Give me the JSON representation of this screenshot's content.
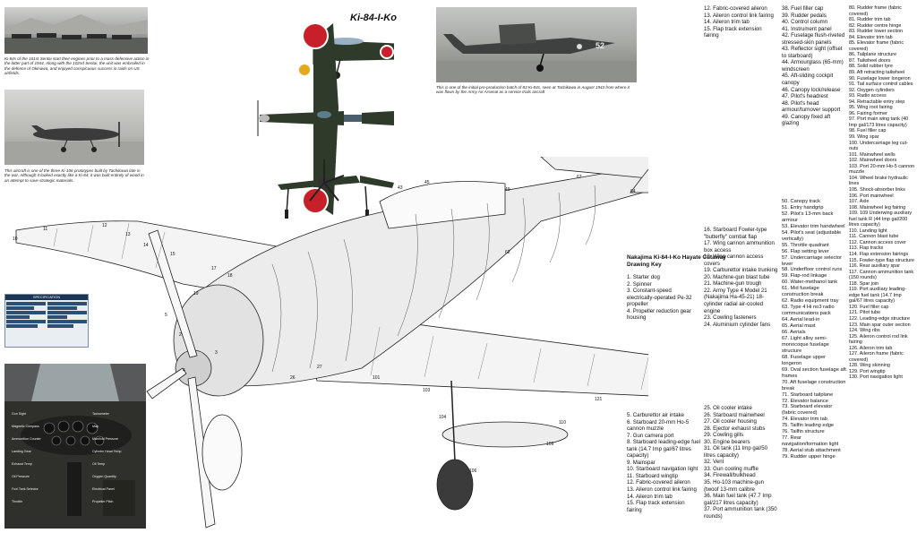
{
  "aircraft_title": "Ki-84-I-Ko",
  "captions": {
    "photo_top_left": "Ki-84s of the 101st Sentai start their engines prior to a mass defensive action in the latter part of 1944. Along with the 102nd Sentai, the unit was embroiled in the defence of Okinawa, and enjoyed conspicuous success in raids on US airfields.",
    "photo_mid_left": "This aircraft is one of the three Ki-106 prototypes built by Tachikawa late in the war. Although it looked exactly like a Ki-84, it was built entirely of wood in an attempt to save strategic materials.",
    "photo_top_center": "This is one of the initial pre-production batch of 83 Ki-84s, seen at Tachikawa in August 1943 from where it was flown by the Army Air Arsenal as a service trials aircraft"
  },
  "specs_header": "SPECIFICATION",
  "cockpit_labels": [
    "Gun Sight",
    "Tachometer",
    "Magnetic Compass",
    "Map",
    "Ammunition Counter",
    "Manifold Pressure",
    "Landing Gear",
    "Cylinder Head Temp",
    "Exhaust Temp",
    "Oil Temp",
    "Oil Pressure",
    "Oxygen Quantity",
    "Fuel Tank Selector",
    "Electrical Panel",
    "Throttle",
    "Propeller Pitch"
  ],
  "key_heading": "Nakajima Ki-84-I-Ko Hayate Cutaway Drawing Key",
  "key_col_a": [
    "1. Starter dog",
    "2. Spinner",
    "3. Constant-speed electrically-operated Pe-32 propeller",
    "4. Propeller reduction gear housing"
  ],
  "key_col_b": [
    "5. Carburettor air intake",
    "6. Starboard 20-mm Ho-5 cannon muzzle",
    "7. Gun camera port",
    "8. Starboard leading-edge fuel tank (14.7 Imp gal/67 litres capacity)",
    "9. Mainspar",
    "10. Starboard navigation light",
    "11. Starboard wingtip",
    "12. Fabric-covered aileron",
    "13. Aileron control link fairing",
    "14. Aileron trim tab",
    "15. Flap track extension fairing"
  ],
  "key_col_c": [
    "12. Fabric-covered aileron",
    "13. Aileron control link fairing",
    "14. Aileron trim tab",
    "15. Flap track extension fairing"
  ],
  "key_col_d": [
    "16. Starboard Fowler-type \"butterfly\" combat flap",
    "17. Wing cannon ammunition box access",
    "18. Wing cannon access covers",
    "19. Carburettor intake trunking",
    "20. Machine-gun blast tube",
    "21. Machine-gun trough",
    "22. Army Type 4 Model 21 (Nakajima Ha-45-21) 18-cylinder radial air-cooled engine",
    "23. Cowling fasteners",
    "24. Aluminium cylinder fans"
  ],
  "key_col_e": [
    "25. Oil cooler intake",
    "26. Starboard mainwheel",
    "27. Oil cooler housing",
    "28. Ejector exhaust stubs",
    "29. Cowling gills",
    "30. Engine bearers",
    "31. Oil tank (11 Imp gal/50 litres capacity)",
    "32. Vent",
    "33. Gun cooling muffle",
    "34. Firewall/bulkhead",
    "35. Ho-103 machine-gun (twoof 13-mm calibre",
    "36. Main fuel tank (47.7 Imp gal/217 litres capacity)",
    "37. Port ammunition tank (350 rounds)"
  ],
  "key_col_f": [
    "38. Fuel filler cap",
    "39. Rudder pedals",
    "40. Control column",
    "41. Instrument panel",
    "42. Fuselage flush-riveted stressed-skin panels",
    "43. Reflector sight (offset to starboard)",
    "44. Armourglass (65-mm) windscreen",
    "45. Aft-sliding cockpit canopy",
    "46. Canopy lock/release",
    "47. Pilot's headrest",
    "48. Pilot's head armour/turnover support",
    "49. Canopy fixed aft glazing"
  ],
  "key_col_g": [
    "50. Canopy track",
    "51. Entry handgrip",
    "52. Pilot's 13-mm back armour",
    "53. Elevator trim handwheel",
    "54. Pilot's seat (adjustable vertically)",
    "55. Throttle quadrant",
    "56. Flap setting lever",
    "57. Undercarriage selector lever",
    "58. Underfloor control runs",
    "59. Flap-rod linkage",
    "60. Water-methanol tank",
    "61. Mid fuselage construction break",
    "62. Radio equipment tray",
    "63. Type 4 Hi no3 radio communications pack",
    "64. Aerial lead-in",
    "65. Aerial mast",
    "66. Aerials",
    "67. Light alloy semi-monocoque fuselage structure",
    "68. Fuselage upper longeron",
    "69. Oval section fuselage aft frames",
    "70. Aft fuselage construction break",
    "71. Starboard tailplane",
    "72. Elevator balance",
    "73. Starboard elevator (fabric covered)",
    "74. Elevator trim tab",
    "75. Tailfin leading edge",
    "76. Tailfin structure",
    "77. Rear navigation/formation light",
    "78. Aerial stub attachment",
    "79. Rudder upper hinge"
  ],
  "key_col_h": [
    "80. Rudder frame (fabric covered)",
    "81. Rudder trim tab",
    "82. Rudder centre hinge",
    "83. Rudder lower section",
    "84. Elevator trim tab",
    "85. Elevator frame (fabric covered)",
    "86. Tailplane structure",
    "87. Tailwheel doors",
    "88. Solid rubber tyre",
    "89. Aft retracting tailwheel",
    "90. Fuselage lower longeron",
    "91. Tail surface control cables",
    "92. Oxygen cylinders",
    "93. Radio access",
    "94. Retractable entry step",
    "95. Wing root fairing",
    "96. Fairing former",
    "97. Port main wing tank (40 Imp gal/173 litres capacity)",
    "98. Fuel filler cap",
    "99. Wing spar",
    "100. Undercarriage leg cut-outs",
    "101. Mainwheel wells",
    "102. Mainwheel doors",
    "103. Port 20-mm Ho-5 cannon muzzle",
    "104. Wheel brake hydraulic lines",
    "105. Shock-absorber links",
    "106. Port mainwheel",
    "107. Axle",
    "108. Mainwheel leg fairing",
    "109. 109 Underwing auxiliary fuel tank R (44 Imp gal/200 litres capacity)",
    "110. Landing light",
    "111. Cannon blast tube",
    "112. Cannon access cover",
    "113. Flap tracks",
    "114. Flap extension fairings",
    "115. Fowler-type flap structure",
    "116. Rear auxiliary spar",
    "117. Cannon ammunition tank (150 rounds)",
    "118. Spar join",
    "119. Port auxiliary leading-edge fuel tank (14.7 Imp gal/67 litres capacity)",
    "120. Fuel filler cap",
    "121. Pitot tube",
    "122. Leading-edge structure",
    "123. Main spar outer section",
    "124. Wing ribs",
    "125. Aileron control rod link fairing",
    "126. Aileron trim tab",
    "127. Aileron frame (fabric covered)",
    "128. Wing skinning",
    "129. Port wingtip",
    "130. Port navigation light"
  ],
  "colors": {
    "camo_green": "#2f3b2a",
    "hinomaru_red": "#c8202a",
    "hinomaru_border": "#ffffff",
    "yellow_leading_edge": "#e2a91d",
    "photo_gray": "#8c8c8c"
  }
}
